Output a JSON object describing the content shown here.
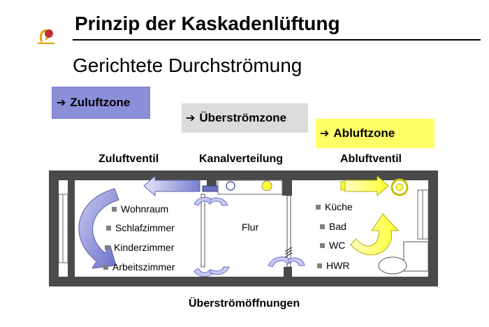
{
  "title": "Prinzip der Kaskadenlüftung",
  "subtitle": "Gerichtete Durchströmung",
  "zones": {
    "supply": "Zuluftzone",
    "overflow": "Überströmzone",
    "exhaust": "Abluftzone"
  },
  "labels": {
    "supply_valve": "Zuluftventil",
    "duct": "Kanalverteilung",
    "exhaust_valve": "Abluftventil",
    "corridor": "Flur",
    "openings": "Überströmöffnungen"
  },
  "rooms_left": [
    "Wohnraum",
    "Schlafzimmer",
    "Kinderzimmer",
    "Arbeitszimmer"
  ],
  "rooms_right": [
    "Küche",
    "Bad",
    "WC",
    "HWR"
  ],
  "colors": {
    "supply": "#8b8fd8",
    "overflow": "#dcdcdc",
    "exhaust": "#ffff66",
    "wall": "#4a4a4a"
  },
  "icons": [
    "right-arrow-icon",
    "logo-icon"
  ]
}
